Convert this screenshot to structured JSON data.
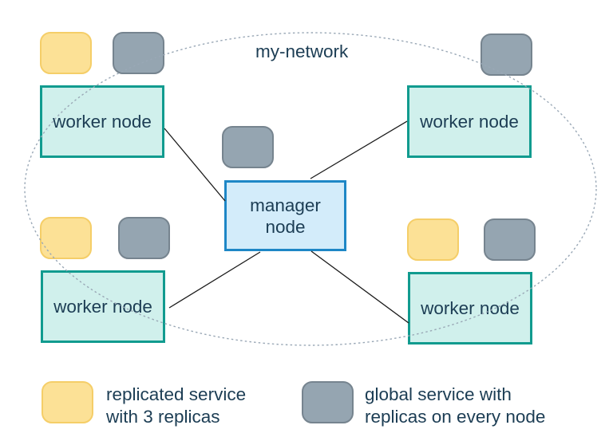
{
  "network": {
    "label": "my-network"
  },
  "nodes": {
    "manager": {
      "lines": [
        "manager",
        "node"
      ]
    },
    "workers": [
      "worker node",
      "worker node",
      "worker node",
      "worker node"
    ]
  },
  "services": {
    "replicated_icon": "replicated-service-icon",
    "global_icon": "global-service-icon"
  },
  "legend": [
    {
      "icon": "replicated-service-icon",
      "lines": [
        "replicated service",
        "with 3 replicas"
      ]
    },
    {
      "icon": "global-service-icon",
      "lines": [
        "global service with",
        "replicas on every node"
      ]
    }
  ],
  "colors": {
    "replicated_fill": "#FCE196",
    "replicated_border": "#F5CE68",
    "global_fill": "#95A5B1",
    "global_border": "#76848F",
    "worker_fill": "#D0F0EC",
    "worker_border": "#119B8F",
    "manager_fill": "#D3ECFA",
    "manager_border": "#1E87C6",
    "network_boundary_stroke": "#9AA8B6",
    "connector_line": "#1A1A1A",
    "text": "#1C3D54",
    "background": "#FFFFFF"
  }
}
